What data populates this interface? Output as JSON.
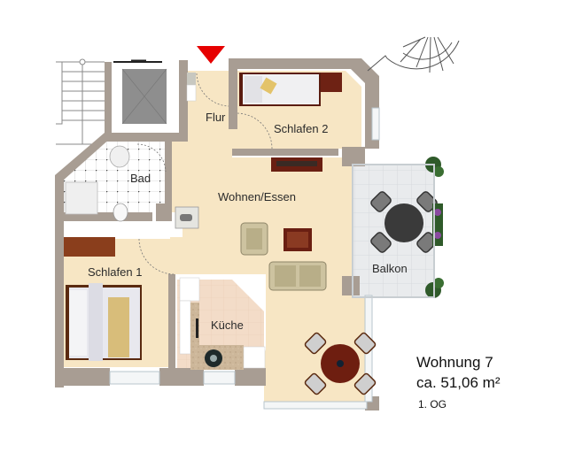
{
  "plan": {
    "colors": {
      "wall": "#a89d93",
      "floor": "#f7e6c4",
      "tile": "#ffffff",
      "balcony_tile": "#e6e8ea",
      "entrance_marker": "#e60000",
      "wood": "#7a2a1a",
      "plants": "#2f5a2a"
    },
    "rooms": [
      {
        "id": "flur",
        "label": "Flur"
      },
      {
        "id": "schlafen2",
        "label": "Schlafen 2"
      },
      {
        "id": "bad",
        "label": "Bad"
      },
      {
        "id": "wohnen",
        "label": "Wohnen/Essen"
      },
      {
        "id": "balkon",
        "label": "Balkon"
      },
      {
        "id": "schlafen1",
        "label": "Schlafen 1"
      },
      {
        "id": "kueche",
        "label": "Küche"
      }
    ],
    "entrance_icon": "red-triangle-down"
  },
  "info": {
    "title": "Wohnung 7",
    "area": "ca. 51,06 m²",
    "floor": "1. OG"
  }
}
